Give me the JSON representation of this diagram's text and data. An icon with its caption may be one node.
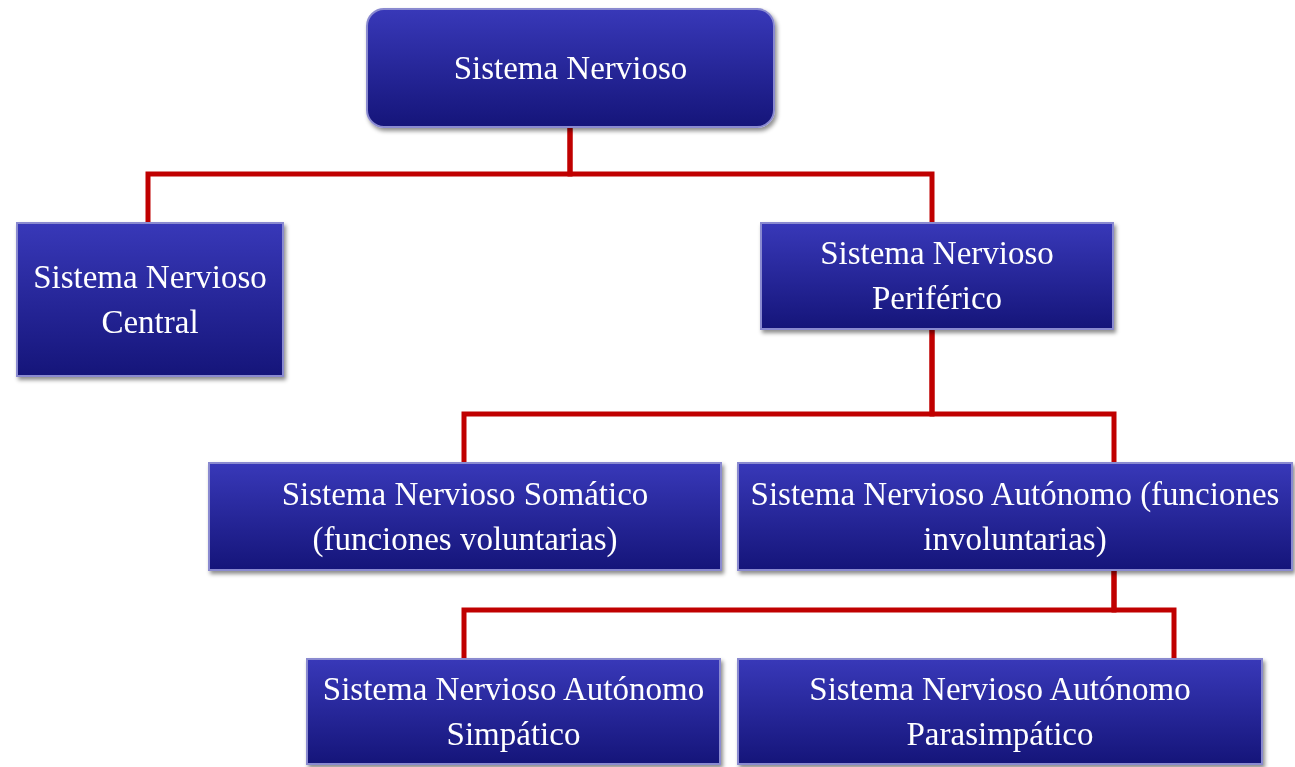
{
  "diagram": {
    "nodes": [
      {
        "text": [
          "Sistema Nervioso"
        ]
      },
      {
        "text": [
          "Sistema Nervioso Central"
        ]
      },
      {
        "text": [
          "Sistema Nervioso Periférico"
        ]
      },
      {
        "text": [
          "Sistema Nervioso Somático (funciones voluntarias)"
        ]
      },
      {
        "text": [
          "Sistema Nervioso Autónomo (funciones involuntarias)"
        ]
      },
      {
        "text": [
          "Sistema Nervioso Autónomo Simpático"
        ]
      },
      {
        "text": [
          "Sistema Nervioso Autónomo Parasimpático"
        ]
      }
    ],
    "edges": [
      {
        "from": 0,
        "to": 1,
        "arrow": "none"
      },
      {
        "from": 0,
        "to": 2,
        "arrow": "none"
      },
      {
        "from": 2,
        "to": 3,
        "arrow": "none"
      },
      {
        "from": 2,
        "to": 4,
        "arrow": "none"
      },
      {
        "from": 4,
        "to": 5,
        "arrow": "none"
      },
      {
        "from": 4,
        "to": 6,
        "arrow": "none"
      }
    ]
  }
}
